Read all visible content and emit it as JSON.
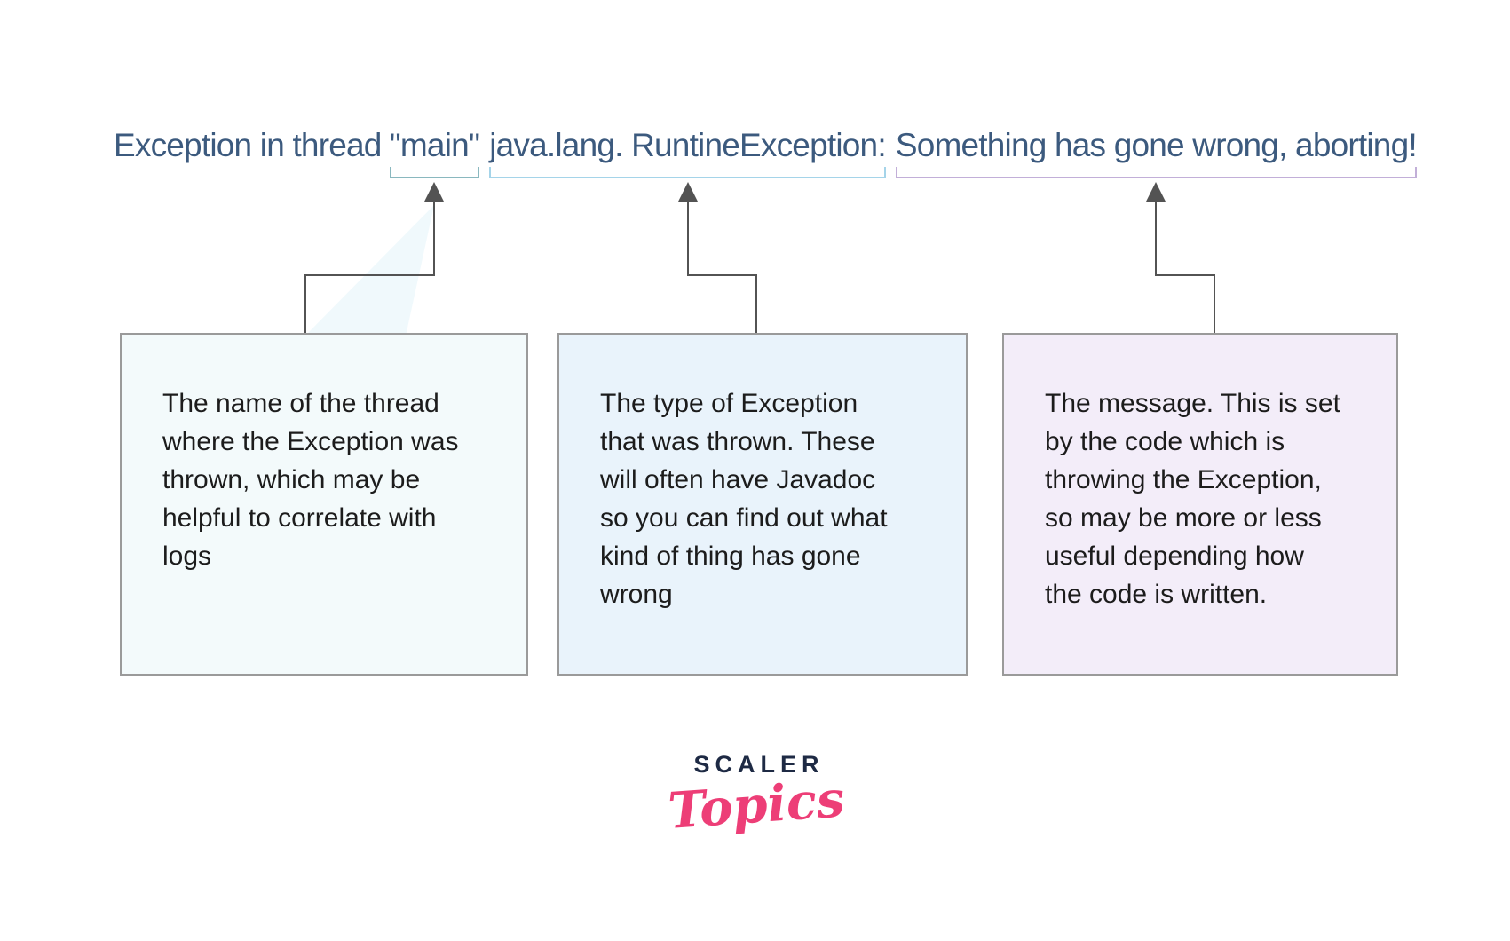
{
  "error_line": {
    "prefix": "Exception in thread",
    "thread_name": "\"main\"",
    "exception_type": "java.lang. RuntineException:",
    "message": "Something has gone wrong, aborting!"
  },
  "explanations": {
    "thread": "The name of the thread\nwhere the Exception was\nthrown, which may be\nhelpful to correlate with\nlogs",
    "type": "The type of Exception\nthat was thrown. These\nwill often have Javadoc\nso you can find out what\nkind of thing has gone\nwrong",
    "message": "The message. This is set\nby the code which is\nthrowing the Exception,\nso may be more or less\nuseful depending how\nthe code is written."
  },
  "logo": {
    "brand": "SCALER",
    "product": "Topics"
  },
  "colors": {
    "title_text": "#3c5a7e",
    "thread_bracket": "#8ab8bf",
    "type_bracket": "#a5d4e9",
    "message_bracket": "#c2afd8",
    "thread_box_bg": "#f3fafb",
    "type_box_bg": "#e9f3fb",
    "message_box_bg": "#f3edf9",
    "box_border": "#9a9a9a",
    "arrow": "#535353",
    "logo_brand": "#1e2a44",
    "logo_product": "#ed3e77"
  }
}
